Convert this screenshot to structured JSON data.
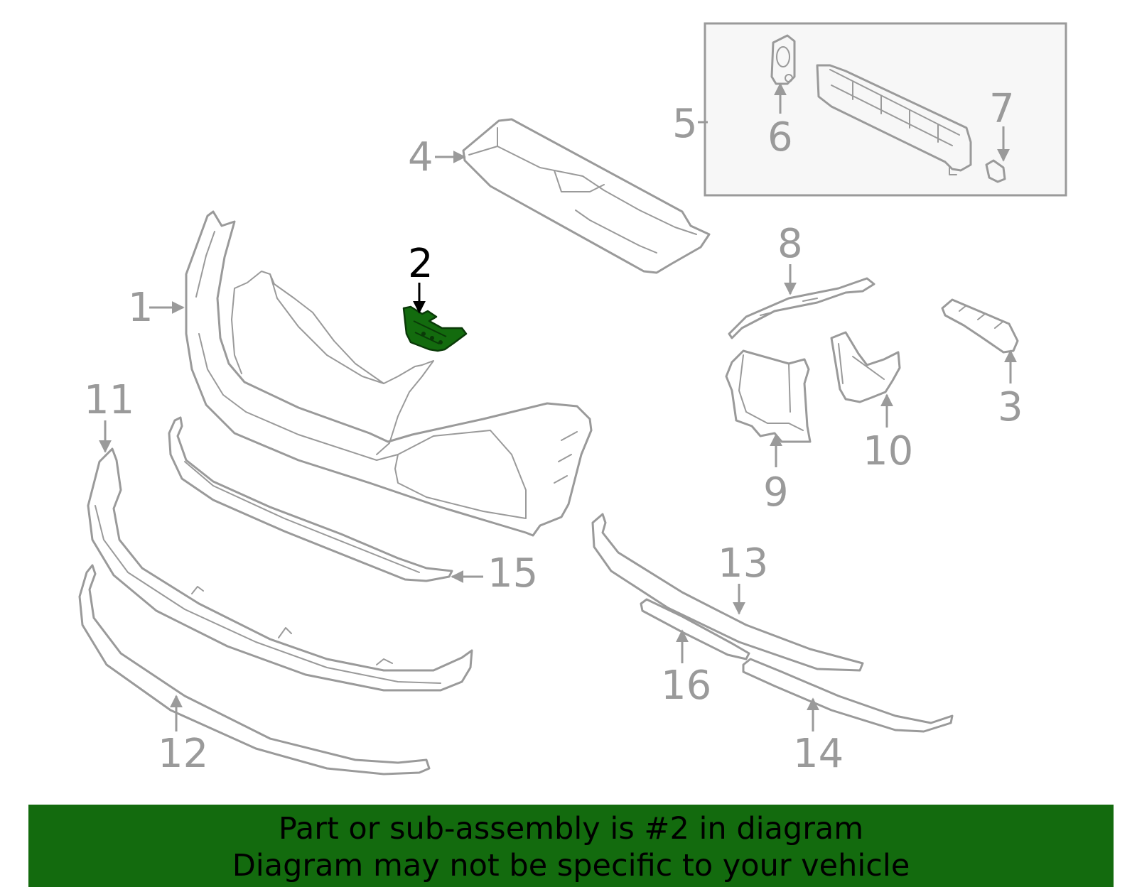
{
  "diagram": {
    "highlighted_part": "2",
    "highlight_color": "#136b0e",
    "part_color": "#9a9a9a",
    "callouts": [
      "1",
      "2",
      "3",
      "4",
      "5",
      "6",
      "7",
      "8",
      "9",
      "10",
      "11",
      "12",
      "13",
      "14",
      "15",
      "16"
    ]
  },
  "banner": {
    "line1": "Part or sub-assembly is #2 in diagram",
    "line2": "Diagram may not be specific to your vehicle",
    "background": "#136b0e"
  }
}
